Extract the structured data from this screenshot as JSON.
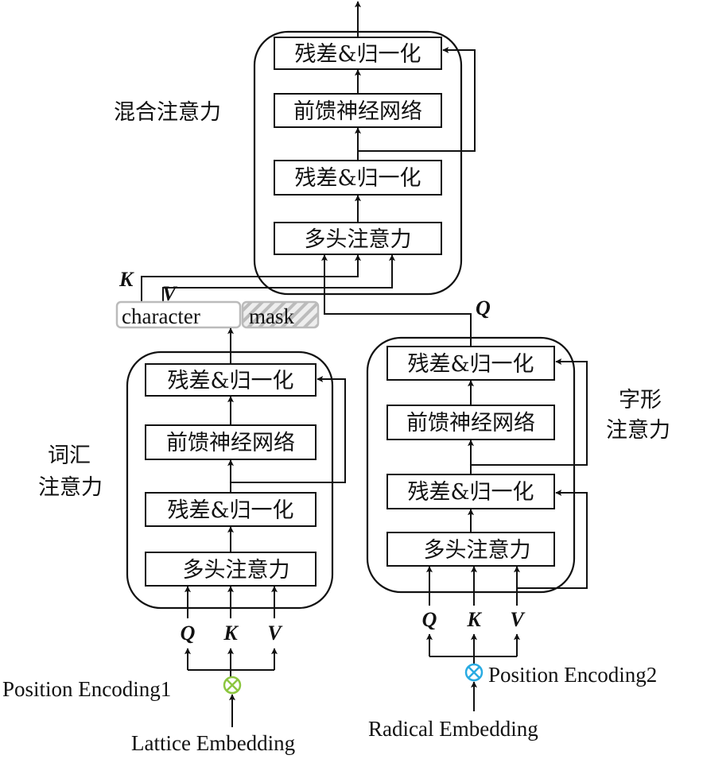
{
  "fusion_block": {
    "label": "混合注意力",
    "layers": [
      "残差&归一化",
      "前馈神经网络",
      "残差&归一化",
      "多头注意力"
    ]
  },
  "lexical_block": {
    "label_line1": "词汇",
    "label_line2": "注意力",
    "layers": [
      "残差&归一化",
      "前馈神经网络",
      "残差&归一化",
      "多头注意力"
    ],
    "inputs": [
      "Q",
      "K",
      "V"
    ],
    "position_encoding": "Position Encoding1",
    "embedding": "Lattice Embedding",
    "combine_color": "#8cc63f"
  },
  "radical_block": {
    "label_line1": "字形",
    "label_line2": "注意力",
    "layers": [
      "残差&归一化",
      "前馈神经网络",
      "残差&归一化",
      "多头注意力"
    ],
    "inputs": [
      "Q",
      "K",
      "V"
    ],
    "position_encoding": "Position Encoding2",
    "embedding": "Radical Embedding",
    "combine_color": "#29abe2"
  },
  "connections": {
    "k": "K",
    "v": "V",
    "q": "Q"
  },
  "sequence": {
    "character": "character",
    "mask": "mask"
  }
}
